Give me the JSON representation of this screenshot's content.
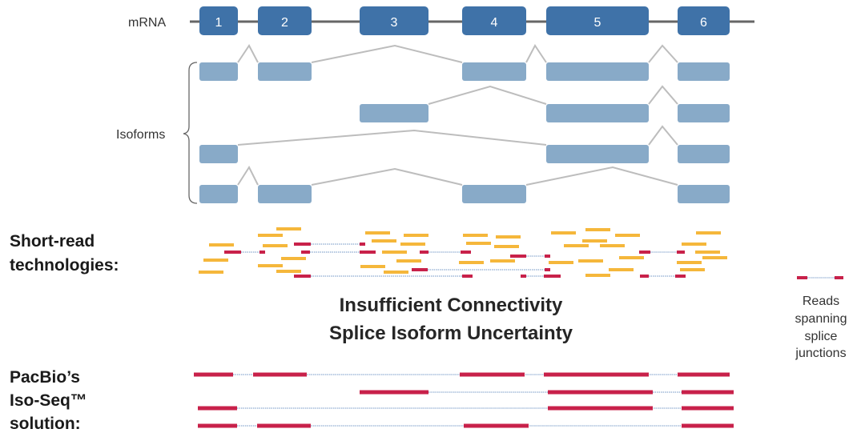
{
  "mrna_label": "mRNA",
  "exon_labels": [
    "1",
    "2",
    "3",
    "4",
    "5",
    "6"
  ],
  "isoforms_label": "Isoforms",
  "short_read": {
    "line1": "Short-read",
    "line2": "technologies:"
  },
  "problem": {
    "line1": "Insufficient Connectivity",
    "line2": "Splice Isoform Uncertainty"
  },
  "pacbio": {
    "line1": "PacBio’s",
    "line2": "Iso-Seq™",
    "line3": "solution:"
  },
  "legend": {
    "line1": "Reads",
    "line2": "spanning",
    "line3": "splice",
    "line4": "junctions"
  },
  "colors": {
    "exon": "#3f72a8",
    "isoform_exon": "#88aac8",
    "short_read": "#f5b73b",
    "spanning_read": "#c8214a",
    "junction_dots": "#6f95c4",
    "connector": "#bdbdbd"
  }
}
